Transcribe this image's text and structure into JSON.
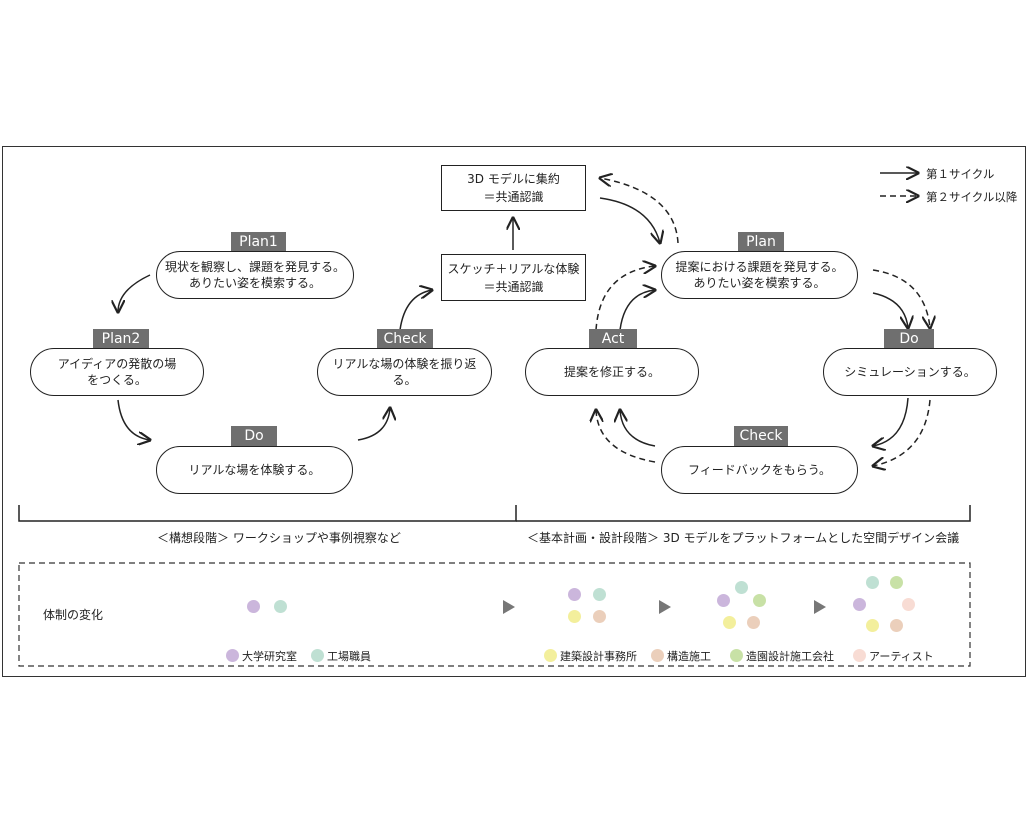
{
  "legend": {
    "first_cycle": "第１サイクル",
    "later_cycles": "第２サイクル以降"
  },
  "left_cycle": {
    "plan1": {
      "tag": "Plan1",
      "text": "現状を観察し、課題を発見する。\nありたい姿を模索する。"
    },
    "plan2": {
      "tag": "Plan2",
      "text": "アイディアの発散の場\nをつくる。"
    },
    "do": {
      "tag": "Do",
      "text": "リアルな場を体験する。"
    },
    "check": {
      "tag": "Check",
      "text": "リアルな場の体験を振り返る。"
    }
  },
  "center": {
    "sketch_box": "スケッチ＋リアルな体験\n＝共通認識",
    "model_box": "3D モデルに集約\n＝共通認識"
  },
  "right_cycle": {
    "plan": {
      "tag": "Plan",
      "text": "提案における課題を発見する。\nありたい姿を模索する。"
    },
    "do": {
      "tag": "Do",
      "text": "シミュレーションする。"
    },
    "check": {
      "tag": "Check",
      "text": "フィードバックをもらう。"
    },
    "act": {
      "tag": "Act",
      "text": "提案を修正する。"
    }
  },
  "stages": {
    "left": "＜構想段階＞ ワークショップや事例視察など",
    "right": "＜基本計画・設計段階＞ 3D モデルをプラットフォームとした空間デザイン会議"
  },
  "structure": {
    "title": "体制の変化",
    "keys": [
      {
        "label": "大学研究室",
        "color": "#cbb6dc"
      },
      {
        "label": "工場職員",
        "color": "#bfe0d3"
      },
      {
        "label": "建築設計事務所",
        "color": "#f3ef9c"
      },
      {
        "label": "構造施工",
        "color": "#ebcfbb"
      },
      {
        "label": "造園設計施工会社",
        "color": "#c8e1a6"
      },
      {
        "label": "アーティスト",
        "color": "#f8dcd4"
      }
    ]
  }
}
